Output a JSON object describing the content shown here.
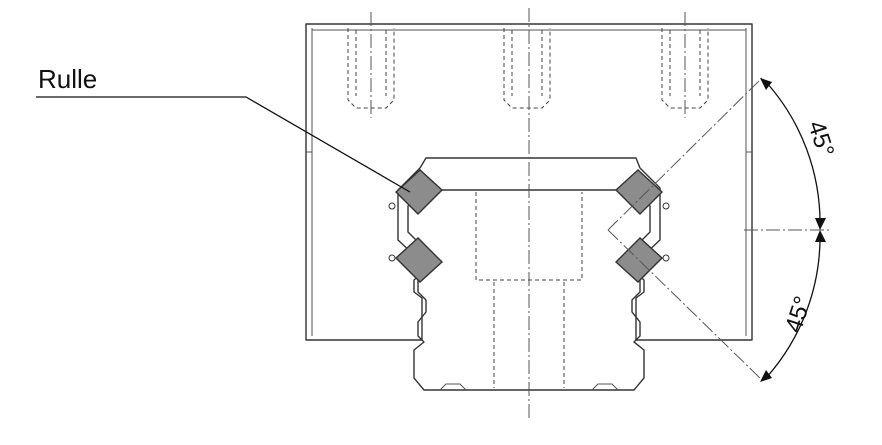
{
  "labels": {
    "roller": "Rulle",
    "angle_upper": "45°",
    "angle_lower": "45°"
  },
  "colors": {
    "roller_fill": "#8c8c8c",
    "line": "#333333"
  }
}
